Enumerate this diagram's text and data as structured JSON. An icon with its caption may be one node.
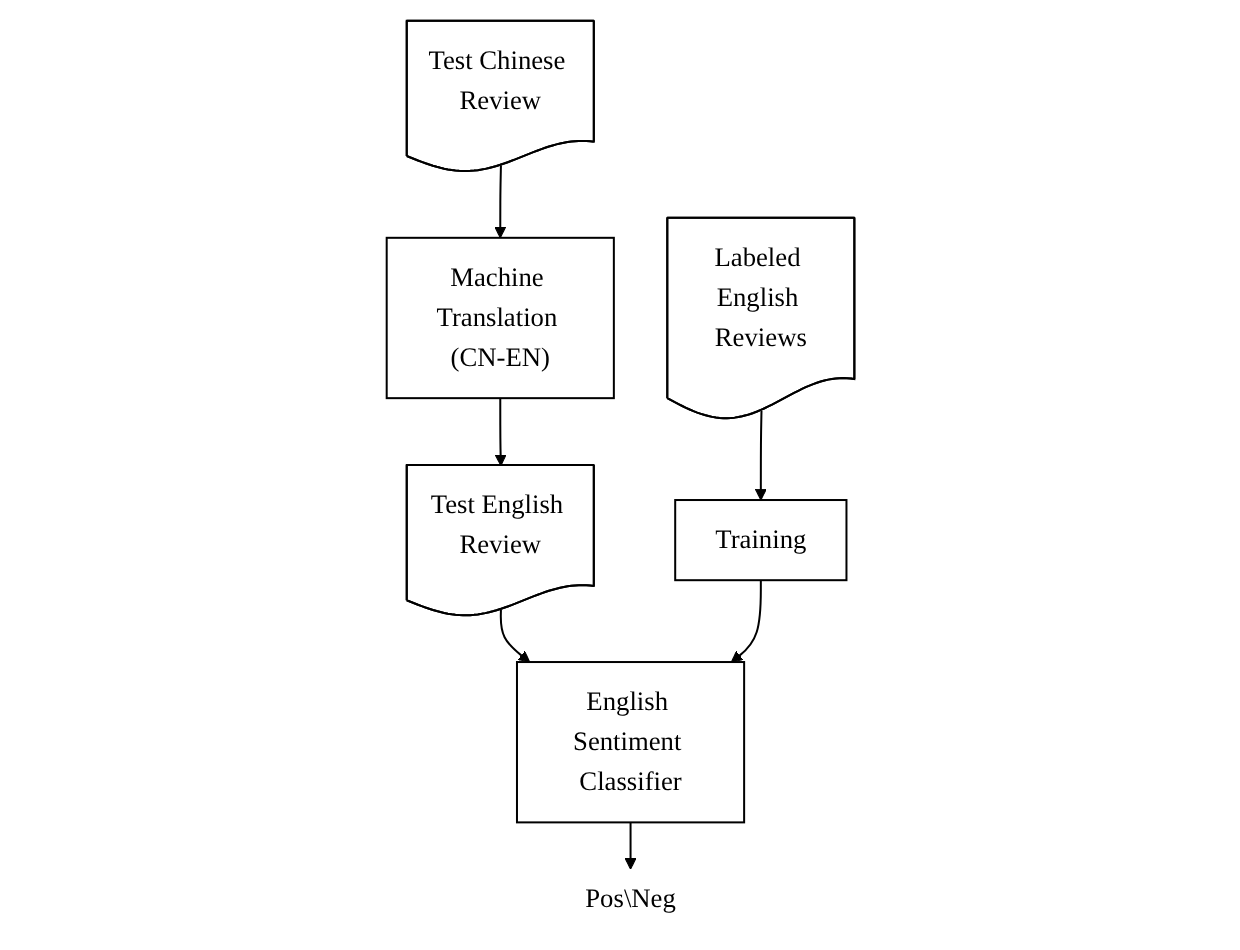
{
  "diagram": {
    "nodes": [
      {
        "text": [
          "Test Chinese Review"
        ]
      },
      {
        "text": [
          "Labeled English Reviews"
        ]
      },
      {
        "text": [
          "Machine Translation (CN-EN)"
        ]
      },
      {
        "text": [
          "Training"
        ]
      },
      {
        "text": [
          "Test English Review"
        ]
      },
      {
        "text": [
          "English Sentiment Classifier"
        ]
      },
      {
        "text": [
          "Pos\\Neg"
        ]
      }
    ],
    "edges": [
      {
        "from": 0,
        "to": 2,
        "arrow": "to"
      },
      {
        "from": 2,
        "to": 4,
        "arrow": "to"
      },
      {
        "from": 4,
        "to": 5,
        "arrow": "to"
      },
      {
        "from": 1,
        "to": 3,
        "arrow": "to"
      },
      {
        "from": 3,
        "to": 5,
        "arrow": "to"
      },
      {
        "from": 5,
        "to": 6,
        "arrow": "to"
      }
    ]
  }
}
